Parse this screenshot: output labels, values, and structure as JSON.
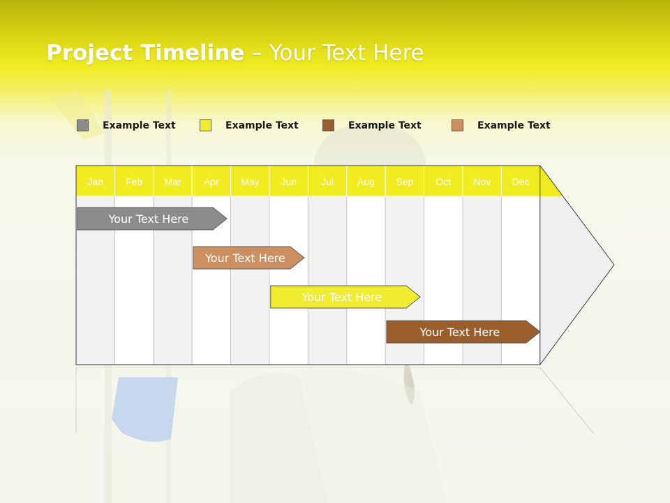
{
  "title": {
    "bold": "Project Timeline",
    "rest": " – Your Text Here"
  },
  "legend": [
    {
      "label": "Example Text",
      "color": "#8c8c8c"
    },
    {
      "label": "Example Text",
      "color": "#f0ec30"
    },
    {
      "label": "Example Text",
      "color": "#9a5e2c"
    },
    {
      "label": "Example Text",
      "color": "#cc9060"
    }
  ],
  "months": [
    "Jan",
    "Feb",
    "Mar",
    "Apr",
    "May",
    "Jun",
    "Jul",
    "Aug",
    "Sep",
    "Oct",
    "Nov",
    "Dec"
  ],
  "tasks": [
    {
      "label": "Your  Text Here",
      "start": 0.05,
      "end": 3.9,
      "color": "#8c8c8c",
      "text_color": "#ffffff"
    },
    {
      "label": "Your  Text Here",
      "start": 3.05,
      "end": 5.9,
      "color": "#cc9060",
      "text_color": "#ffffff"
    },
    {
      "label": "Your  Text Here",
      "start": 5.05,
      "end": 8.9,
      "color": "#f0ec30",
      "text_color": "#ffffff"
    },
    {
      "label": "Your  Text Here",
      "start": 8.05,
      "end": 12.0,
      "color": "#9a5e2c",
      "text_color": "#ffffff"
    }
  ],
  "colors": {
    "header_fill": "#f0ec20",
    "column_shade": "#f2f2f2",
    "column_plain": "#ffffff",
    "grid_line": "#c8c8c8",
    "outline": "#3a3a3a"
  }
}
